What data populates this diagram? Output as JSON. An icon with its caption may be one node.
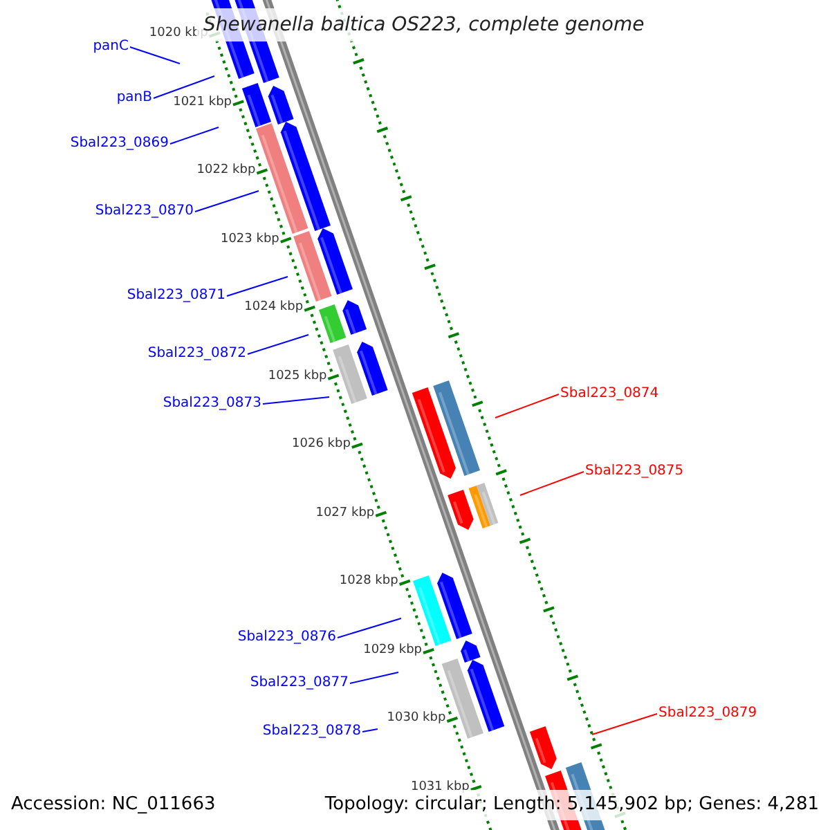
{
  "diagram": {
    "title": "Shewanella baltica OS223, complete genome",
    "nodes": [
      {
        "text": [
          "panC"
        ]
      },
      {
        "text": [
          "panB"
        ]
      },
      {
        "text": [
          "Sbal223_0869"
        ]
      },
      {
        "text": [
          "Sbal223_0870"
        ]
      },
      {
        "text": [
          "Sbal223_0871"
        ]
      },
      {
        "text": [
          "Sbal223_0872"
        ]
      },
      {
        "text": [
          "Sbal223_0873"
        ]
      },
      {
        "text": [
          "Sbal223_0874"
        ]
      },
      {
        "text": [
          "Sbal223_0875"
        ]
      },
      {
        "text": [
          "Sbal223_0876"
        ]
      },
      {
        "text": [
          "Sbal223_0877"
        ]
      },
      {
        "text": [
          "Sbal223_0878"
        ]
      },
      {
        "text": [
          "Sbal223_0879"
        ]
      }
    ],
    "edges": [
      {
        "from": 0,
        "to": null,
        "arrow": "none"
      },
      {
        "from": 1,
        "to": null,
        "arrow": "none"
      },
      {
        "from": 2,
        "to": null,
        "arrow": "none"
      },
      {
        "from": 3,
        "to": null,
        "arrow": "none"
      },
      {
        "from": 4,
        "to": null,
        "arrow": "none"
      },
      {
        "from": 5,
        "to": null,
        "arrow": "none"
      },
      {
        "from": 6,
        "to": null,
        "arrow": "none"
      },
      {
        "from": 7,
        "to": null,
        "arrow": "none",
        "color": "#ff0000"
      },
      {
        "from": 8,
        "to": null,
        "arrow": "none",
        "color": "#ff0000"
      },
      {
        "from": 9,
        "to": null,
        "arrow": "none"
      },
      {
        "from": 10,
        "to": null,
        "arrow": "none"
      },
      {
        "from": 11,
        "to": null,
        "arrow": "none"
      },
      {
        "from": 12,
        "to": null,
        "arrow": "none",
        "color": "#ff0000"
      }
    ],
    "labels": [
      "1020 kbp",
      "1021 kbp",
      "1022 kbp",
      "1023 kbp",
      "1024 kbp",
      "1025 kbp",
      "1026 kbp",
      "1027 kbp",
      "1028 kbp",
      "1029 kbp",
      "1030 kbp",
      "1031 kbp",
      "Accession: NC_011663",
      "Topology: circular; Length: 5,145,902 bp; Genes: 4,281"
    ]
  }
}
